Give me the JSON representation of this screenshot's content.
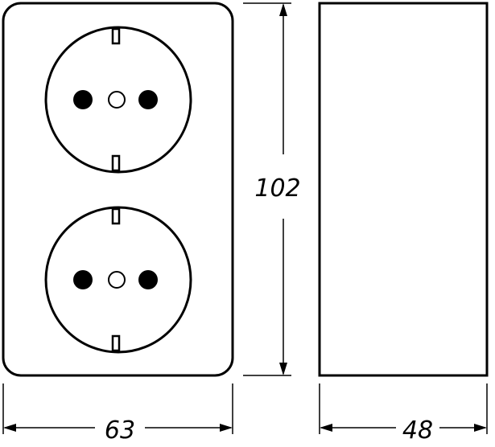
{
  "dimensions": {
    "height_label": "102",
    "front_width_label": "63",
    "side_depth_label": "48"
  },
  "colors": {
    "line": "#000000",
    "background": "#ffffff"
  },
  "outlets": {
    "count": 2
  }
}
